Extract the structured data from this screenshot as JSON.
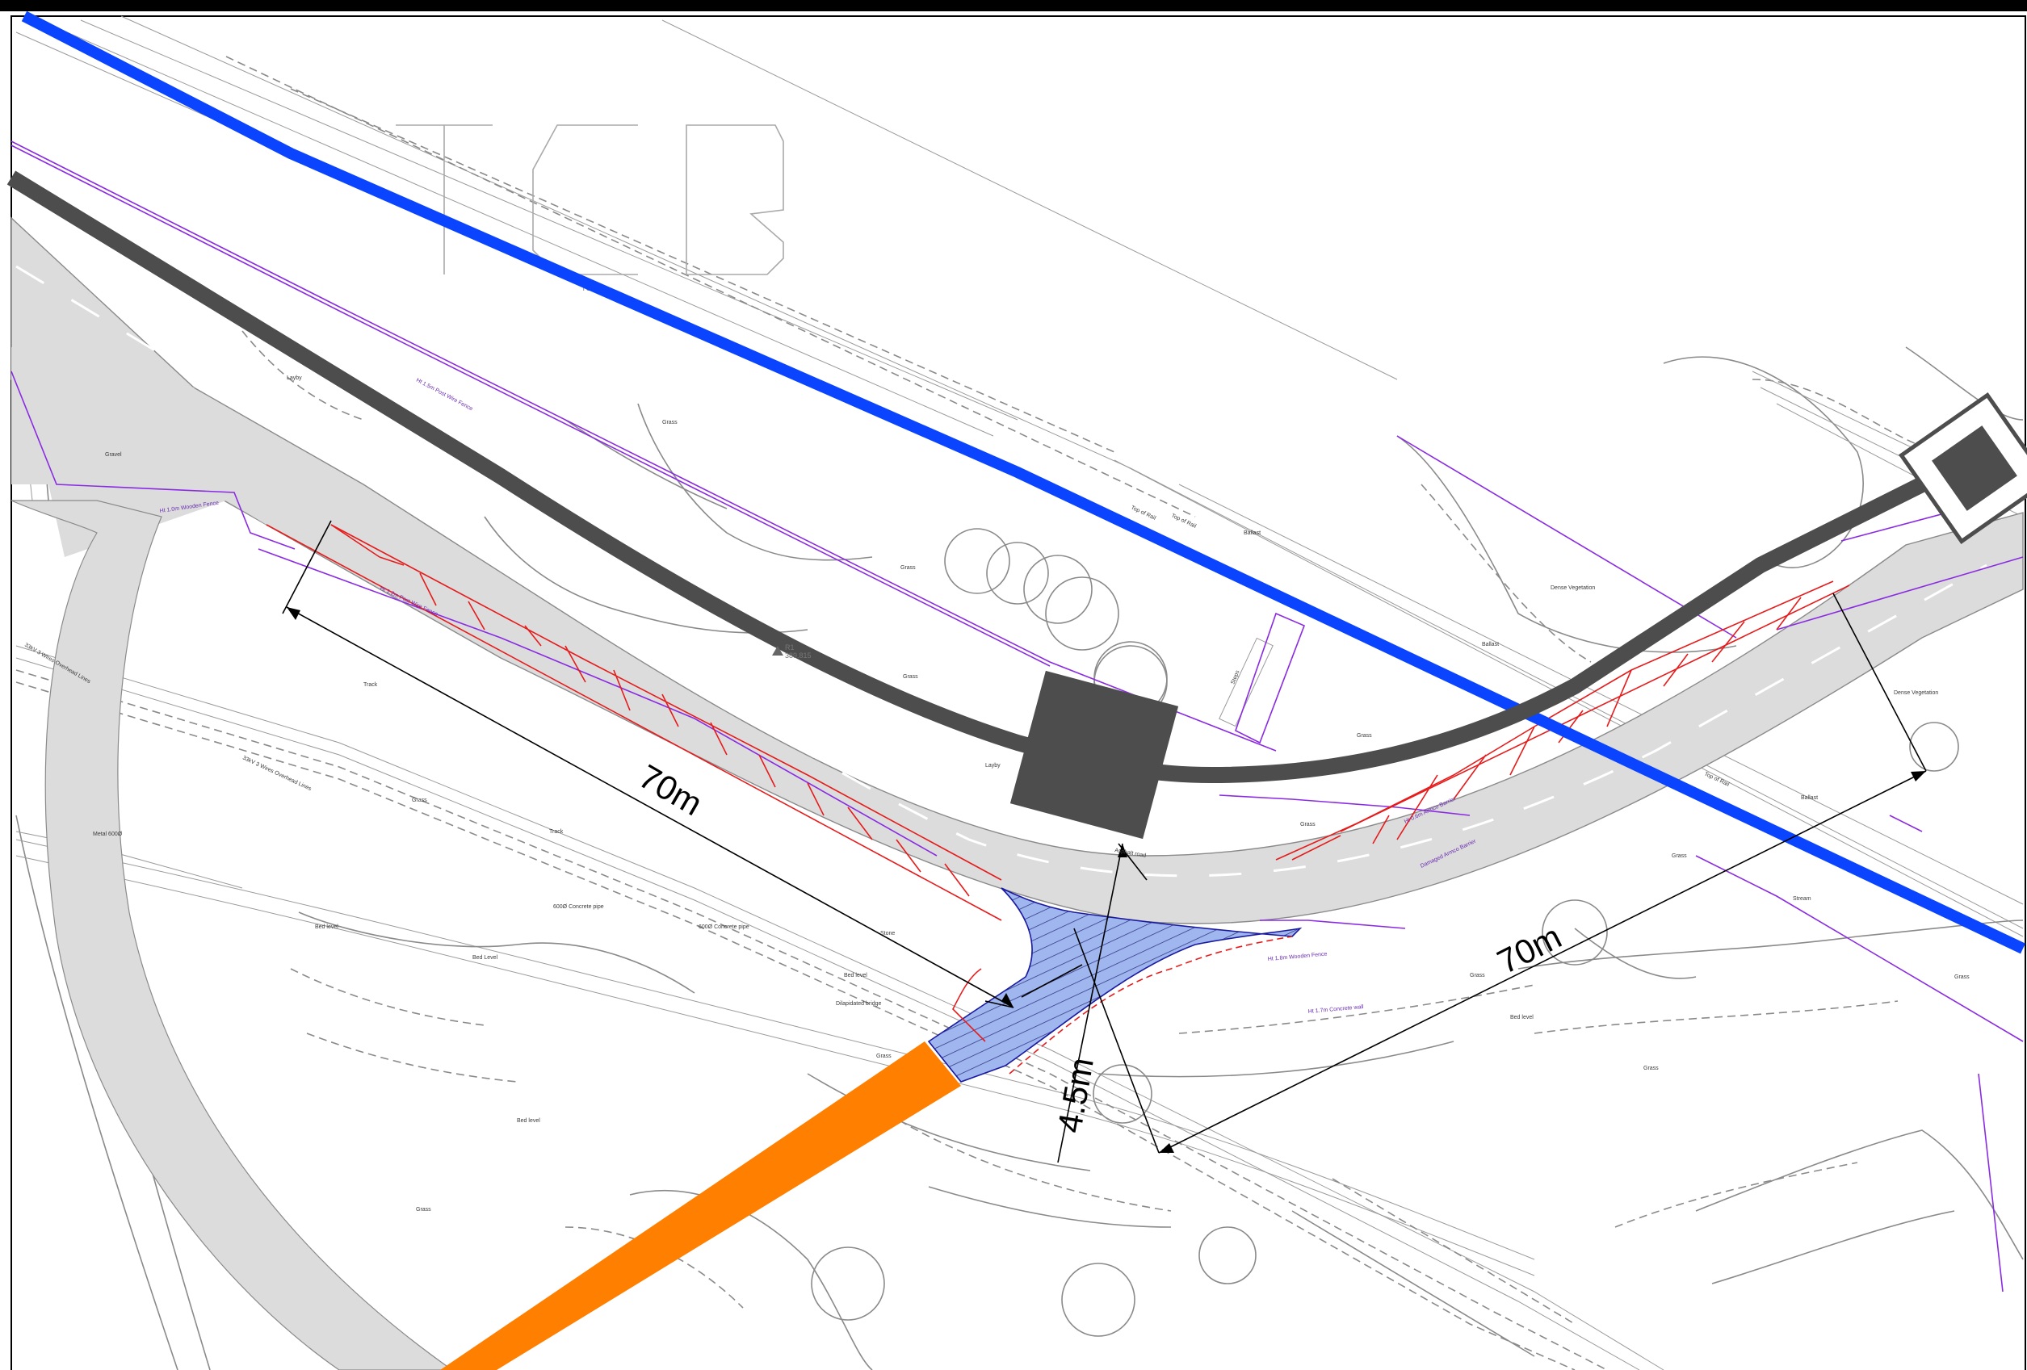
{
  "colors": {
    "river": "#0a44ff",
    "railway": "#4d4d4d",
    "carriageway": "#dedede",
    "fence": "#8a2be2",
    "hatch_red": "#e61b1b",
    "crossing_area": "#9fb6ee",
    "access_route": "#ff8000",
    "frame": "#000000"
  },
  "icons": {
    "structures": "square-structure-icon",
    "survey_station": "triangle-station-icon",
    "trees": "tree-circle-icon"
  },
  "dimensions": {
    "left_length": "70m",
    "right_length": "70m",
    "width": "4.5m"
  },
  "station": {
    "name": "R1",
    "value": "389.815"
  },
  "labels": {
    "tcb": "TCB",
    "grass": "Grass",
    "gravel": "Gravel",
    "layby": "Layby",
    "track": "Track",
    "ballast": "Ballast",
    "top_of_rail": "Top of Rail",
    "dense_vegetation": "Dense Vegetation",
    "bed_level": "Bed level",
    "bed_level_cap": "Bed Level",
    "stone": "Stone",
    "stream": "Stream",
    "asphalt_road": "Asphalt road",
    "dilapidated_bridge": "Dilapidated bridge",
    "concrete_pipe": "600Ø Concrete pipe",
    "concrete_pipe_b": "600Ø Concrete pipe",
    "metal_600": "Metal 600Ø",
    "steps": "Steps",
    "fence_post_wire": "Ht 1.5m Post Wire Fence",
    "fence_wooden": "Ht 1.0m Wooden Fence",
    "fence_post_wire_b": "Ht 1.2m Post Wire Fence",
    "fence_concrete_wall": "Ht 1.7m Concrete wall",
    "wooden_fence_short": "Ht 1.8m Wooden Fence",
    "armco_barrier": "Ht 0.6m Armco Barrier",
    "damaged_armco": "Damaged Armco Barrier",
    "overhead_lines": "33kV 3 Wires Overhead Lines",
    "overhead_lines_b": "33kV 3 Wires Overhead Lines"
  }
}
